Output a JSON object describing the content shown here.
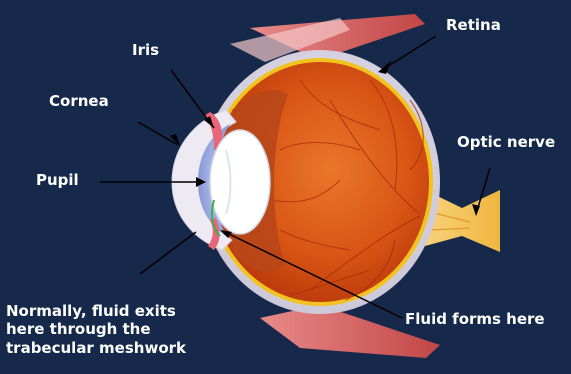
{
  "labels": {
    "retina": "Retina",
    "iris": "Iris",
    "cornea": "Cornea",
    "pupil": "Pupil",
    "optic_nerve": "Optic nerve",
    "fluid_forms": "Fluid forms here",
    "fluid_exit_line1": "Normally, fluid exits",
    "fluid_exit_line2": "here through the",
    "fluid_exit_line3": "trabecular meshwork"
  },
  "colors": {
    "background": "#16294a",
    "label_text": "#ffffff",
    "sclera": "#e8e4ee",
    "retina": "#f2c21e",
    "choroid": "#d94a12",
    "optic_nerve": "#f4c65a",
    "cornea": "#9fb2e4",
    "pupil": "#5a5fa8",
    "lens": "#ffffff",
    "muscle": "#d95a5a"
  }
}
